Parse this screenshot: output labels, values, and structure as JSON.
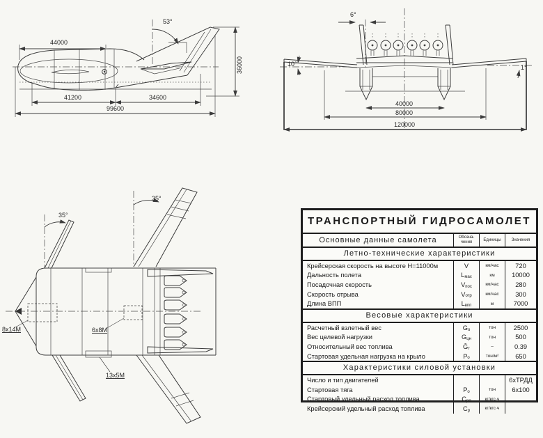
{
  "page": {
    "background": "#f7f7f3",
    "ink": "#3c3c3c"
  },
  "side_view": {
    "dims": {
      "upper_length": "44000",
      "tail_sweep_angle": "53°",
      "tail_height": "36000",
      "hull_length": "41200",
      "aft_length": "34600",
      "total_length": "99600"
    }
  },
  "front_view": {
    "dims": {
      "fin_cant_angle": "6°",
      "left_wing_angle": "10°",
      "right_tip_angle": "1°",
      "float_track": "40000",
      "inner_span": "80000",
      "total_span": "120000"
    }
  },
  "plan_view": {
    "dims": {
      "left_fin_sweep": "35°",
      "right_fin_sweep": "35°",
      "cargo_bay_size": "8х14М",
      "center_hatch_size": "6х8М",
      "bottom_hatch_size": "13х5М"
    }
  },
  "table": {
    "title": "ТРАНСПОРТНЫЙ ГИДРОСАМОЛЕТ",
    "col_headers": {
      "name": "Основные данные самолета",
      "sym": "Обозна-чения",
      "units": "Единицы",
      "value": "Значения"
    },
    "sections": [
      {
        "title": "Летно-технические характеристики",
        "rows": [
          {
            "name": "Крейсерская скорость на высоте Н=11000м",
            "sym": "V",
            "sub": "",
            "unit": "км/час",
            "value": "720"
          },
          {
            "name": "Дальность полета",
            "sym": "L",
            "sub": "мах",
            "unit": "км",
            "value": "10000"
          },
          {
            "name": "Посадочная скорость",
            "sym": "V",
            "sub": "пос",
            "unit": "км/час",
            "value": "280"
          },
          {
            "name": "Скорость отрыва",
            "sym": "V",
            "sub": "отр",
            "unit": "км/час",
            "value": "300"
          },
          {
            "name": "Длина ВПП",
            "sym": "L",
            "sub": "впп",
            "unit": "м",
            "value": "7000"
          }
        ]
      },
      {
        "title": "Весовые характеристики",
        "rows": [
          {
            "name": "Расчетный взлетный вес",
            "sym": "G",
            "sub": "о",
            "unit": "тон",
            "value": "2500"
          },
          {
            "name": "Вес целевой нагрузки",
            "sym": "G",
            "sub": "цн",
            "unit": "тон",
            "value": "500"
          },
          {
            "name": "Относительный вес топлива",
            "sym": "Ḡ",
            "sub": "т",
            "unit": "–",
            "value": "0.39"
          },
          {
            "name": "Стартовая удельная нагрузка на крыло",
            "sym": "P",
            "sub": "о",
            "unit": "тон/м²",
            "value": "650"
          }
        ]
      },
      {
        "title": "Характеристики силовой установки",
        "rows": [
          {
            "name": "Число и тип двигателей",
            "sym": "",
            "sub": "",
            "unit": "",
            "value": "6хТРДД"
          },
          {
            "name": "Стартовая тяга",
            "sym": "P",
            "sub": "о",
            "unit": "тон",
            "value": "6х100"
          },
          {
            "name": "Стартовый удельный расход топлива",
            "sym": "C",
            "sub": "ро",
            "unit": "кг/кгс·ч",
            "value": ""
          },
          {
            "name": "Крейсерский удельный расход топлива",
            "sym": "C",
            "sub": "р",
            "unit": "кг/кгс·ч",
            "value": ""
          }
        ]
      }
    ]
  }
}
